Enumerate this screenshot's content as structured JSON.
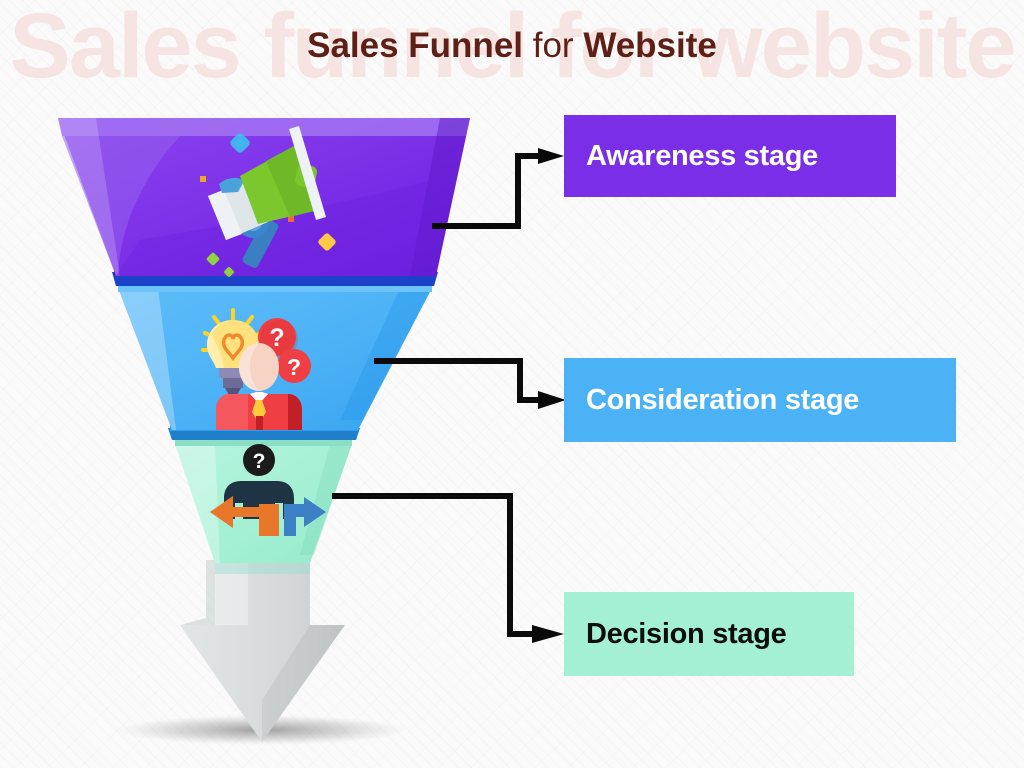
{
  "page": {
    "title_part_1": "Sales Funnel",
    "title_part_2": " for ",
    "title_part_3": "Website",
    "watermark_text": "Sales funnel for website",
    "background_color": "#fbfafa",
    "title_color": "#5e2016",
    "watermark_color": "#f6e4e2"
  },
  "funnel": {
    "segments": [
      {
        "name": "awareness",
        "color": "#7b2ee8",
        "highlight_color": "#9a63f0",
        "shadow_color": "#5a15c4",
        "icon": "megaphone-icon"
      },
      {
        "name": "consideration",
        "color": "#4cb2f6",
        "highlight_color": "#75c6fb",
        "shadow_color": "#1e86d8",
        "icon": "lightbulb-person-question-icon"
      },
      {
        "name": "decision",
        "color": "#a4f0d4",
        "highlight_color": "#c2f6e4",
        "shadow_color": "#7ddcb9",
        "icon": "person-crossroads-icon"
      }
    ],
    "spout": {
      "name": "down-arrow",
      "color": "#d5d8d8",
      "shadow_color": "#7f7f7f"
    }
  },
  "stages": [
    {
      "id": "awareness",
      "label": "Awareness stage",
      "box_color": "#7b2ee8",
      "text_color": "#ffffff"
    },
    {
      "id": "consideration",
      "label": "Consideration stage",
      "box_color": "#4cb2f6",
      "text_color": "#ffffff"
    },
    {
      "id": "decision",
      "label": "Decision stage",
      "box_color": "#a4f0d4",
      "text_color": "#0d0d0d"
    }
  ],
  "connectors": [
    {
      "id": "connector-awareness",
      "from": "funnel-awareness",
      "to": "box-awareness",
      "color": "#0a0a0a"
    },
    {
      "id": "connector-consideration",
      "from": "funnel-consideration",
      "to": "box-consideration",
      "color": "#0a0a0a"
    },
    {
      "id": "connector-decision",
      "from": "funnel-decision",
      "to": "box-decision",
      "color": "#0a0a0a"
    }
  ]
}
